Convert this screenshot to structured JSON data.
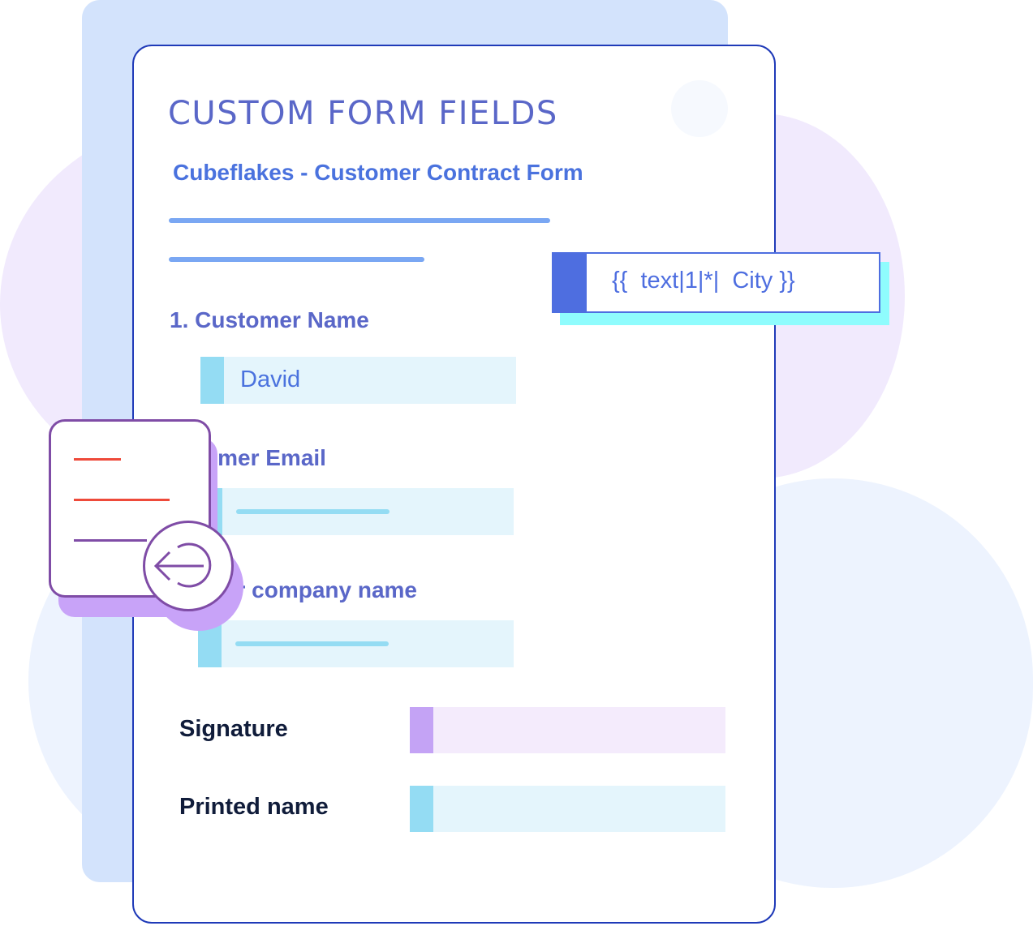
{
  "form": {
    "title": "CUSTOM FORM FIELDS",
    "subtitle": "Cubeflakes - Customer Contract Form",
    "fields": [
      {
        "label": "1. Customer Name",
        "value": "David"
      },
      {
        "label": "ustomer Email",
        "value": ""
      },
      {
        "label": "stomer company name",
        "value": ""
      }
    ],
    "signature": {
      "label": "Signature"
    },
    "printed_name": {
      "label": "Printed name"
    }
  },
  "tag": {
    "text": "{{  text|1|*|  City }}"
  },
  "icons": {
    "document": "document-icon",
    "return": "return-arrow-icon"
  },
  "colors": {
    "title": "#5a67c8",
    "accent_blue": "#4e6ee0",
    "card_border": "#1f3ab8",
    "field_bg": "#e4f5fc",
    "field_accent": "#94dcf3",
    "signature_bg": "#f4ebfc",
    "signature_accent": "#c4a3f5",
    "icon_stroke": "#7f4ca6",
    "icon_line_red": "#ee4a3a",
    "tag_shadow": "#8ffcfd"
  }
}
